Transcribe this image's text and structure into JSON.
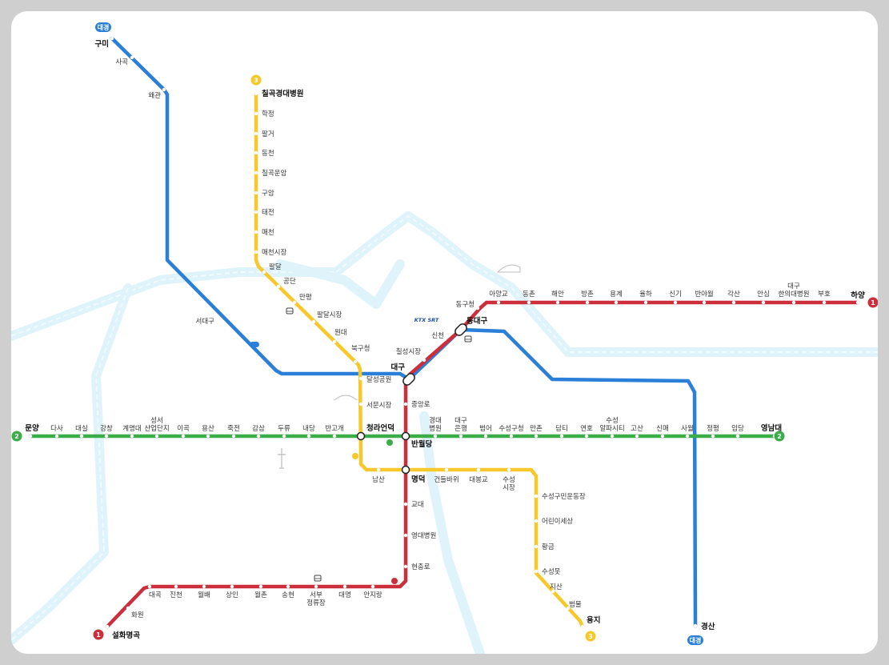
{
  "line_colors": {
    "line1": "#cc2e3c",
    "line2": "#3aad48",
    "line3": "#f6c82b",
    "korail": "#2a7fd8",
    "river": "#dff3fb"
  },
  "line_badges": {
    "line1": "1",
    "line2": "2",
    "line3": "3",
    "daegyeong": "대경"
  },
  "icons": {
    "bus": "bus-icon",
    "ktx_srt_logo": "KTX SRT",
    "landmarks": [
      "stadium-icon",
      "dome-icon",
      "tower-icon"
    ]
  },
  "line1": {
    "termini": {
      "west": "설화명곡",
      "east": "하양"
    },
    "stations": [
      "설화명곡",
      "화원",
      "대곡",
      "진천",
      "월배",
      "상인",
      "월촌",
      "송현",
      "서부정류장",
      "대명",
      "안지랑",
      "현충로",
      "영대병원",
      "교대",
      "명덕",
      "반월당",
      "중앙로",
      "대구",
      "칠성시장",
      "신천",
      "동대구",
      "동구청",
      "아양교",
      "동촌",
      "해안",
      "방촌",
      "용계",
      "율하",
      "신기",
      "반야월",
      "각산",
      "안심",
      "대구한의대병원",
      "부호",
      "하양"
    ]
  },
  "line2": {
    "termini": {
      "west": "문양",
      "east": "영남대"
    },
    "stations": [
      "문양",
      "다사",
      "대실",
      "강창",
      "계명대",
      "성서산업단지",
      "이곡",
      "용산",
      "죽전",
      "감삼",
      "두류",
      "내당",
      "반고개",
      "청라언덕",
      "반월당",
      "경대병원",
      "대구은행",
      "범어",
      "수성구청",
      "만촌",
      "담티",
      "연호",
      "수성알파시티",
      "고산",
      "신매",
      "사월",
      "정평",
      "임당",
      "영남대"
    ]
  },
  "line3": {
    "termini": {
      "north": "칠곡경대병원",
      "south": "용지"
    },
    "stations": [
      "칠곡경대병원",
      "학정",
      "팔거",
      "동천",
      "칠곡운암",
      "구암",
      "태전",
      "매천",
      "매천시장",
      "팔달",
      "공단",
      "만평",
      "팔달시장",
      "원대",
      "북구청",
      "달성공원",
      "서문시장",
      "청라언덕",
      "남산",
      "명덕",
      "건들바위",
      "대봉교",
      "수성시장",
      "수성구민운동장",
      "어린이세상",
      "황금",
      "수성못",
      "지산",
      "범물",
      "용지"
    ]
  },
  "daegyeong": {
    "termini": {
      "north": "구미",
      "south": "경산"
    },
    "stations": [
      "구미",
      "사곡",
      "왜관",
      "서대구",
      "대구",
      "동대구",
      "경산"
    ]
  }
}
